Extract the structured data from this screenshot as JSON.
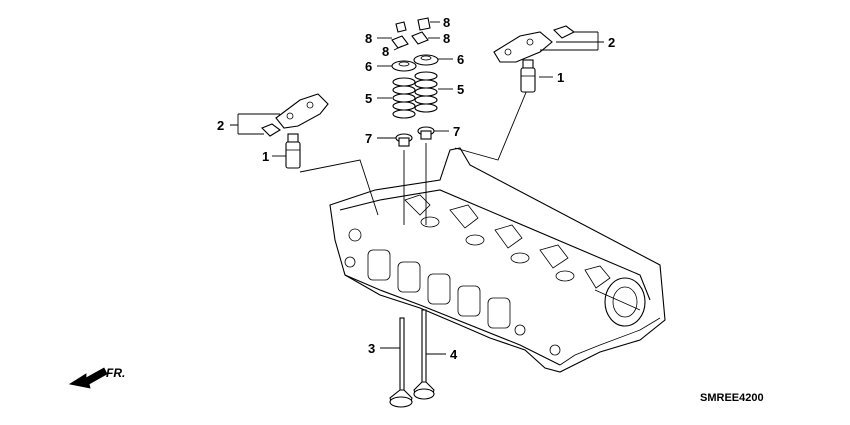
{
  "callouts": {
    "c1": "1",
    "c1b": "1",
    "c2": "2",
    "c2b": "2",
    "c3": "3",
    "c4": "4",
    "c5": "5",
    "c5b": "5",
    "c6": "6",
    "c6b": "6",
    "c7": "7",
    "c7b": "7",
    "c8a": "8",
    "c8b": "8",
    "c8c": "8",
    "c8d": "8"
  },
  "direction_label": "FR.",
  "diagram_code": "SMREE4200"
}
